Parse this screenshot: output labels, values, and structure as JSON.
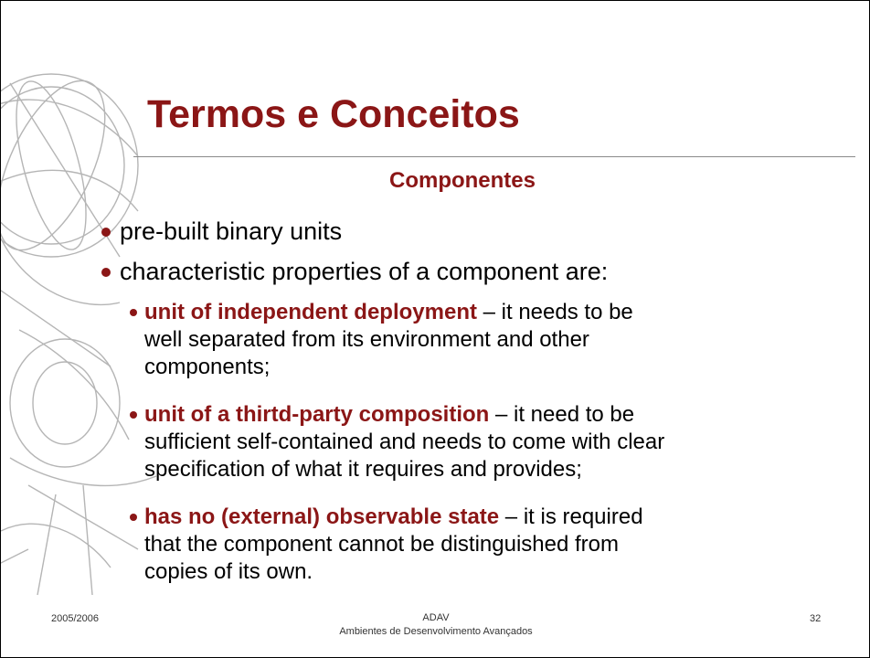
{
  "slide": {
    "title": "Termos e Conceitos",
    "subtitle": "Componentes",
    "bullets": [
      {
        "text": "pre-built binary units"
      },
      {
        "text": "characteristic properties of a component are:"
      }
    ],
    "sub_bullets": [
      {
        "term": "unit of independent deployment",
        "line1": " – it needs to be",
        "line2": "well separated from its environment and other",
        "line3": "components;"
      },
      {
        "term": "unit of a thirtd-party composition",
        "line1": " – it need to be",
        "line2": "sufficient self-contained and needs to come with clear",
        "line3": "specification of what it requires and provides;"
      },
      {
        "term": "has no (external) observable state",
        "line1": " – it is required",
        "line2": "that the component cannot be distinguished from",
        "line3": "copies of its own."
      }
    ]
  },
  "footer": {
    "date": "2005/2006",
    "course_code": "ADAV",
    "course_name": "Ambientes de Desenvolvimento Avançados",
    "page_number": "32"
  },
  "colors": {
    "accent": "#8b1616",
    "decoration": "#b5b5b5"
  },
  "icons": [
    "armillary-sphere-decoration-icon",
    "bullet-dot-icon"
  ]
}
